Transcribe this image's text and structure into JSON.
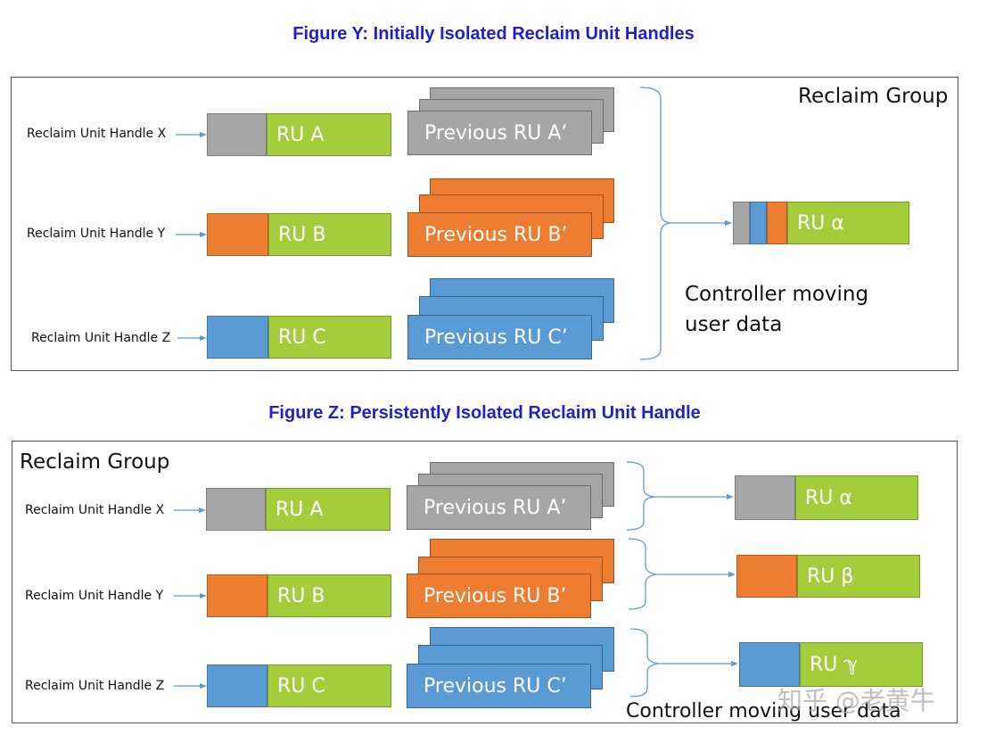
{
  "figure_y": {
    "title": "Figure Y: Initially Isolated Reclaim Unit Handles",
    "group_label": "Reclaim Group",
    "handles": [
      {
        "label": "Reclaim Unit Handle X",
        "ru": "RU A",
        "prev": "Previous RU A’",
        "color": "#a6a6a6"
      },
      {
        "label": "Reclaim Unit Handle Y",
        "ru": "RU B",
        "prev": "Previous RU B’",
        "color": "#ed7d31"
      },
      {
        "label": "Reclaim Unit Handle Z",
        "ru": "RU C",
        "prev": "Previous RU C’",
        "color": "#5b9bd5"
      }
    ],
    "target_ru": "RU α",
    "controller_line1": "Controller moving",
    "controller_line2": "user data"
  },
  "figure_z": {
    "title": "Figure Z: Persistently Isolated Reclaim Unit Handle",
    "group_label": "Reclaim Group",
    "handles": [
      {
        "label": "Reclaim Unit Handle X",
        "ru": "RU A",
        "prev": "Previous RU A’",
        "target": "RU α",
        "color": "#a6a6a6"
      },
      {
        "label": "Reclaim Unit Handle Y",
        "ru": "RU B",
        "prev": "Previous RU B’",
        "target": "RU β",
        "color": "#ed7d31"
      },
      {
        "label": "Reclaim Unit Handle Z",
        "ru": "RU C",
        "prev": "Previous RU C’",
        "target": "RU ℽ",
        "color": "#5b9bd5"
      }
    ],
    "controller_text": "Controller moving user data"
  },
  "colors": {
    "title": "#1f1fcf",
    "green": "#a3cd3b",
    "gray": "#a6a6a6",
    "orange": "#ed7d31",
    "blue": "#5b9bd5",
    "connector": "#5b9bd5"
  },
  "watermark": "知乎 @老黄牛"
}
